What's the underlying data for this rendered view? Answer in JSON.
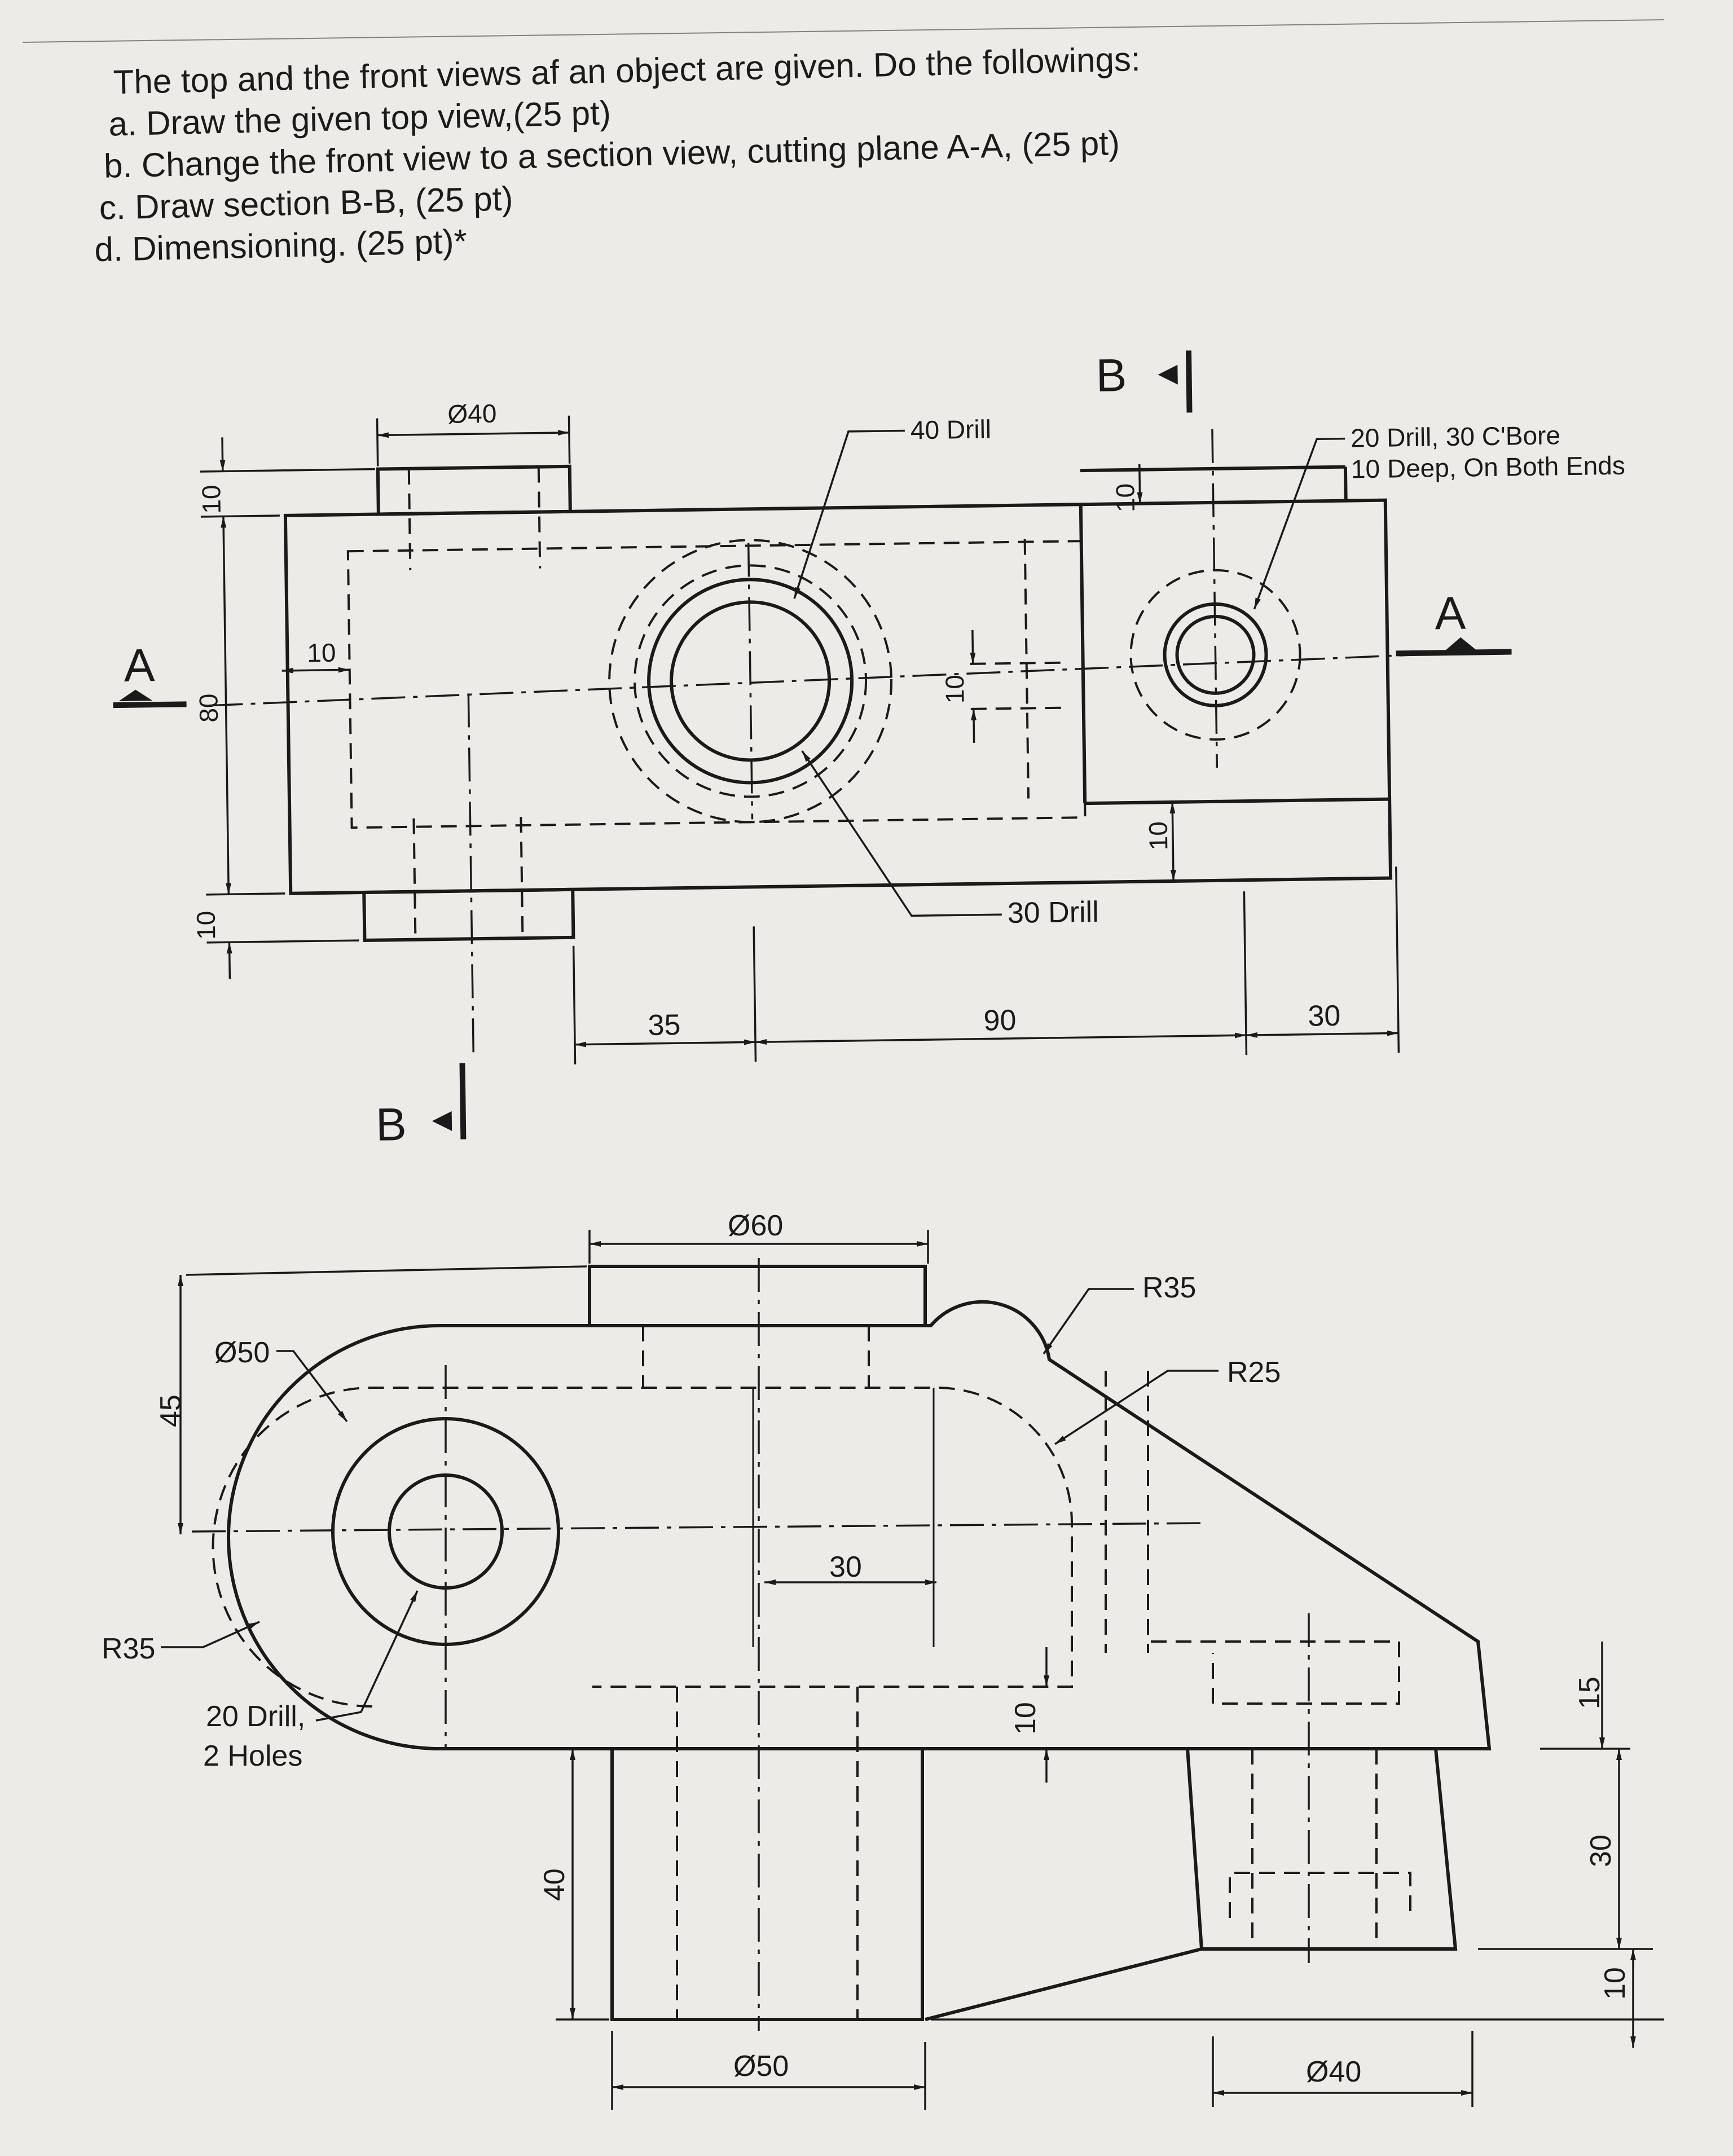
{
  "instructions": {
    "heading": "The top and the front views af an object are given. Do the followings:",
    "items": [
      "a. Draw the given top view,(25 pt)",
      "b. Change the front view to a section view, cutting plane A-A, (25 pt)",
      "c. Draw section B-B, (25 pt)",
      "d. Dimensioning. (25 pt)*"
    ]
  },
  "top_view": {
    "section_marks": {
      "a": "A",
      "b": "B"
    },
    "notes": {
      "drill40": "40 Drill",
      "drill30": "30 Drill",
      "cbore_line1": "20 Drill, 30 C'Bore",
      "cbore_line2": "10 Deep, On Both Ends"
    },
    "dims": {
      "d40": "Ø40",
      "d10_top": "10",
      "d10_bot": "10",
      "d80": "80",
      "d10_inner": "10",
      "d10_slot": "10",
      "d10_right_top": "10",
      "d10_right_bot": "10",
      "d35": "35",
      "d90": "90",
      "d30": "30"
    }
  },
  "front_view": {
    "dims": {
      "d60": "Ø60",
      "d50_circle": "Ø50",
      "d45": "45",
      "r35_left": "R35",
      "r35_top": "R35",
      "r25": "R25",
      "d30": "30",
      "d10": "10",
      "d40": "40",
      "d50_boss": "Ø50",
      "d40_boss": "Ø40",
      "d15": "15",
      "d30_right": "30",
      "d10_right": "10"
    },
    "notes": {
      "holes_line1": "20 Drill,",
      "holes_line2": "2 Holes"
    }
  }
}
